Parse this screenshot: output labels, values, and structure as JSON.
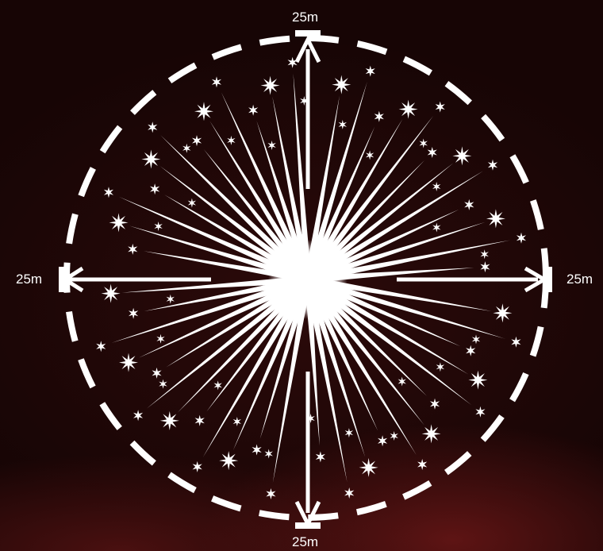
{
  "labels": {
    "top": "25m",
    "bottom": "25m",
    "left": "25m",
    "right": "25m"
  },
  "colors": {
    "background": "#1a0606",
    "foreground": "#ffffff",
    "accent_glow": "#5e1414"
  },
  "icons": {
    "center": "burst-icon",
    "sparkle": "sparkle-icon"
  }
}
